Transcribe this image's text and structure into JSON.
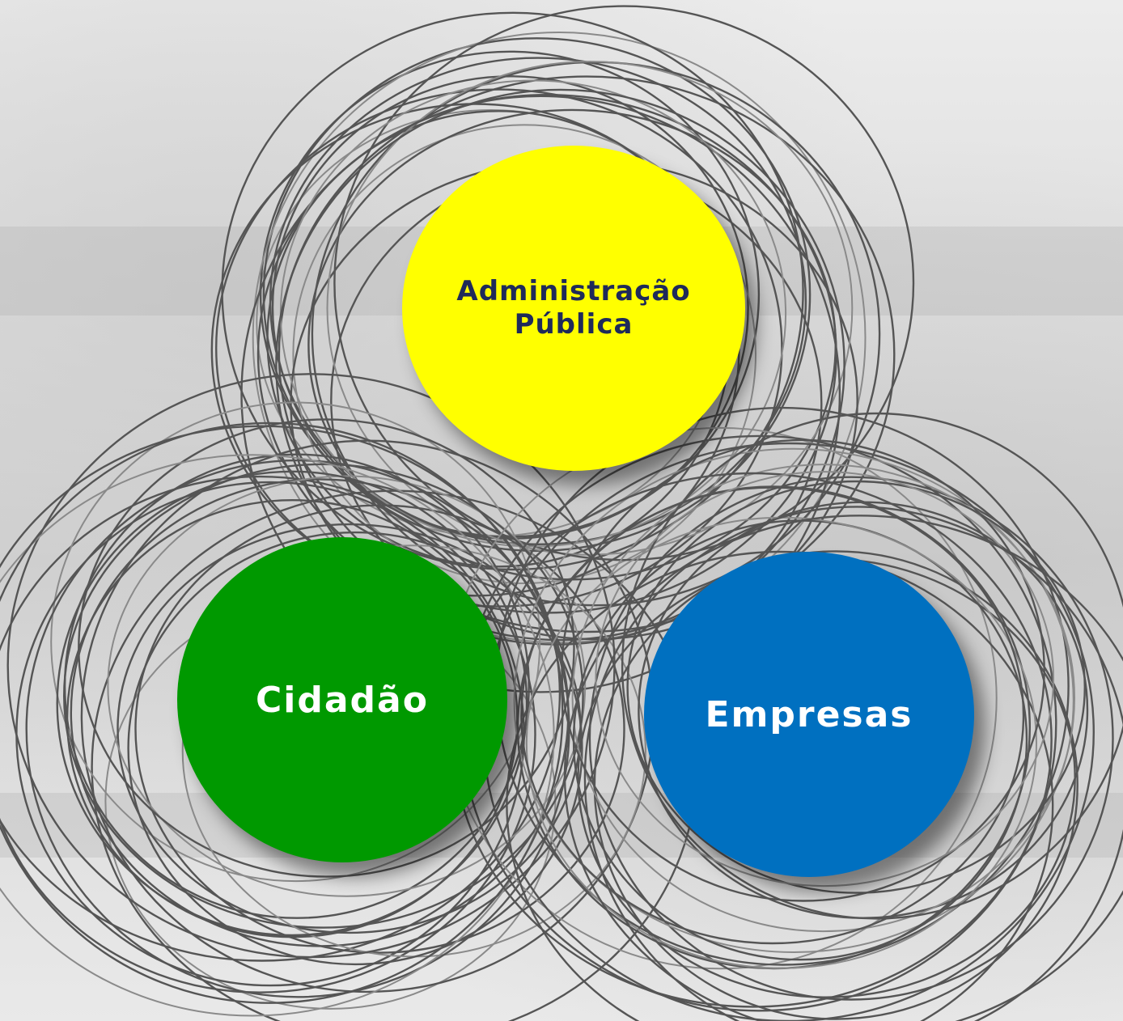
{
  "diagram": {
    "nodes": [
      {
        "id": "admin",
        "lines": [
          "Administração",
          "Pública"
        ],
        "color": "#ffff00"
      },
      {
        "id": "citizen",
        "lines": [
          "Cidadão"
        ],
        "color": "#009900"
      },
      {
        "id": "business",
        "lines": [
          "Empresas"
        ],
        "color": "#0070c0"
      }
    ],
    "ring_color": "#555555",
    "ring_color_light": "#8a8a8a"
  }
}
